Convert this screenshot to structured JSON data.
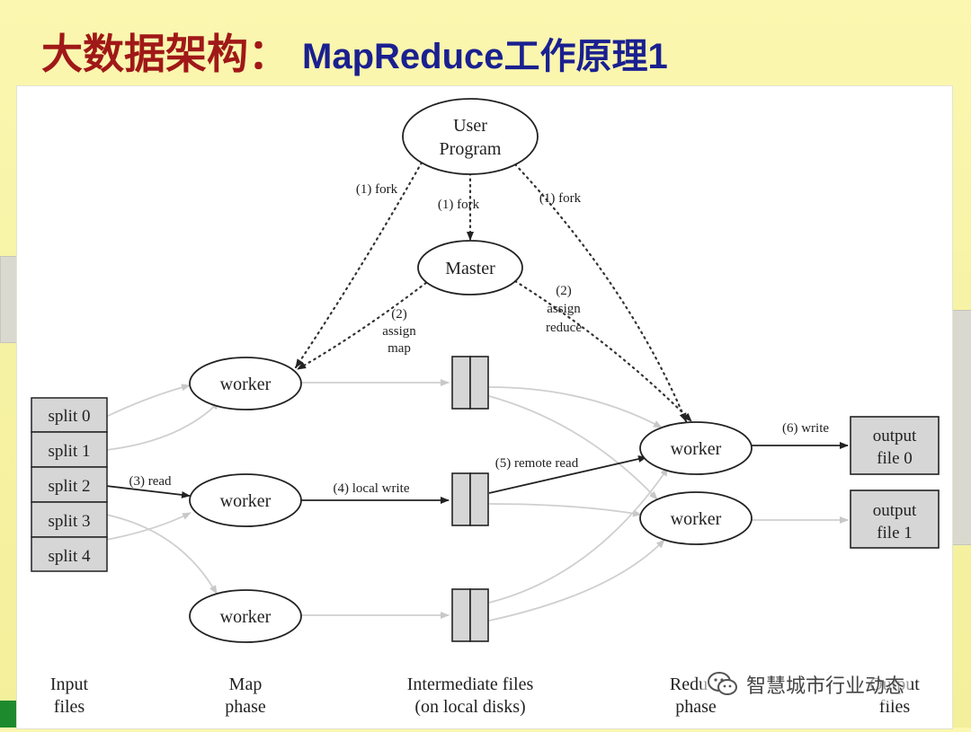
{
  "slide": {
    "title_cn": "大数据架构：",
    "title_en": "MapReduce工作原理1"
  },
  "diagram": {
    "user_program": [
      "User",
      "Program"
    ],
    "master": "Master",
    "worker_label": "worker",
    "splits": [
      "split 0",
      "split 1",
      "split 2",
      "split 3",
      "split 4"
    ],
    "outputs": [
      [
        "output",
        "file 0"
      ],
      [
        "output",
        "file 1"
      ]
    ],
    "edge_labels": {
      "fork_left": "(1) fork",
      "fork_center": "(1) fork",
      "fork_right": "(1) fork",
      "assign_map": [
        "(2)",
        "assign",
        "map"
      ],
      "assign_reduce": [
        "(2)",
        "assign",
        "reduce"
      ],
      "read": "(3) read",
      "local_write": "(4) local write",
      "remote_read": "(5) remote read",
      "write": "(6) write"
    },
    "phases": {
      "input": [
        "Input",
        "files"
      ],
      "map": [
        "Map",
        "phase"
      ],
      "intermediate": [
        "Intermediate files",
        "(on local disks)"
      ],
      "reduce": [
        "Redu",
        "phase"
      ],
      "output": [
        "Output",
        "files"
      ]
    }
  },
  "watermark": {
    "icon": "wechat-icon",
    "text": "智慧城市行业动态"
  }
}
